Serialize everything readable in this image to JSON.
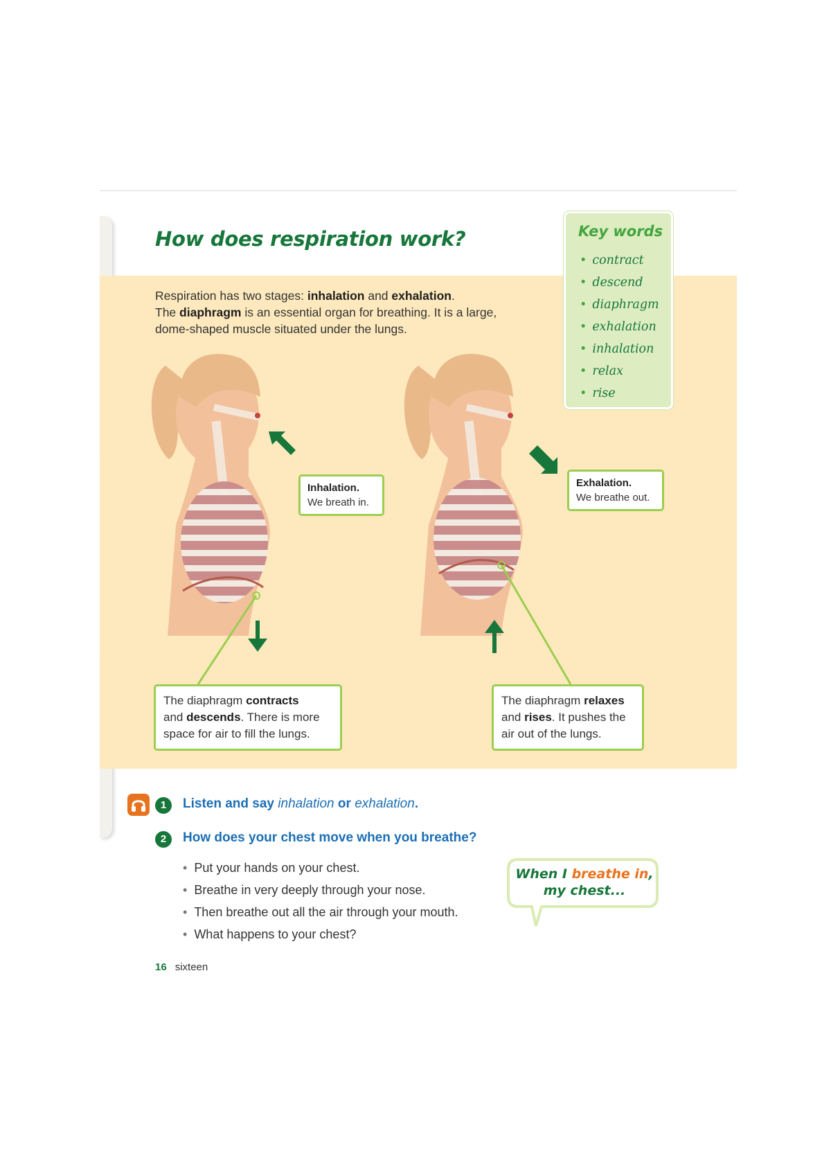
{
  "title": "How does respiration work?",
  "intro": {
    "l1_a": "Respiration has two stages: ",
    "l1_b": "inhalation",
    "l1_c": " and ",
    "l1_d": "exhalation",
    "l1_e": ".",
    "l2_a": "The ",
    "l2_b": "diaphragm",
    "l2_c": " is an essential organ for breathing. It is a large,",
    "l3": "dome-shaped muscle situated under the lungs."
  },
  "key_words": {
    "title": "Key words",
    "items": [
      "contract",
      "descend",
      "diaphragm",
      "exhalation",
      "inhalation",
      "relax",
      "rise"
    ]
  },
  "callouts": {
    "inhalation": {
      "title": "Inhalation.",
      "text": "We breath in."
    },
    "exhalation": {
      "title": "Exhalation.",
      "text": "We breathe out."
    },
    "contracts": {
      "a": "The diaphragm ",
      "b": "contracts",
      "c": "and ",
      "d": "descends",
      "e": ". There is more",
      "f": "space for air to fill the lungs."
    },
    "relaxes": {
      "a": "The diaphragm ",
      "b": "relaxes",
      "c": "and ",
      "d": "rises",
      "e": ". It pushes the",
      "f": "air out of the lungs."
    }
  },
  "activities": {
    "one": {
      "number": "1",
      "text_a": "Listen and say ",
      "word1": "inhalation",
      "text_or": " or ",
      "word2": "exhalation",
      "text_end": "."
    },
    "two": {
      "number": "2",
      "text": "How does your chest move when you breathe?",
      "bullets": [
        "Put your hands on your chest.",
        "Breathe in very deeply through your nose.",
        "Then breathe out all the air through your mouth.",
        "What happens to your chest?"
      ]
    }
  },
  "speech_bubble": {
    "a": "When I ",
    "b": "breathe in",
    "c": ",",
    "d": "my chest..."
  },
  "footer": {
    "page_number": "16",
    "page_word": "sixteen"
  },
  "colors": {
    "green": "#17773a",
    "light_green": "#9ccd4f",
    "orange": "#e8731e",
    "blue": "#1b6fb5",
    "panel": "#fde9bd"
  }
}
